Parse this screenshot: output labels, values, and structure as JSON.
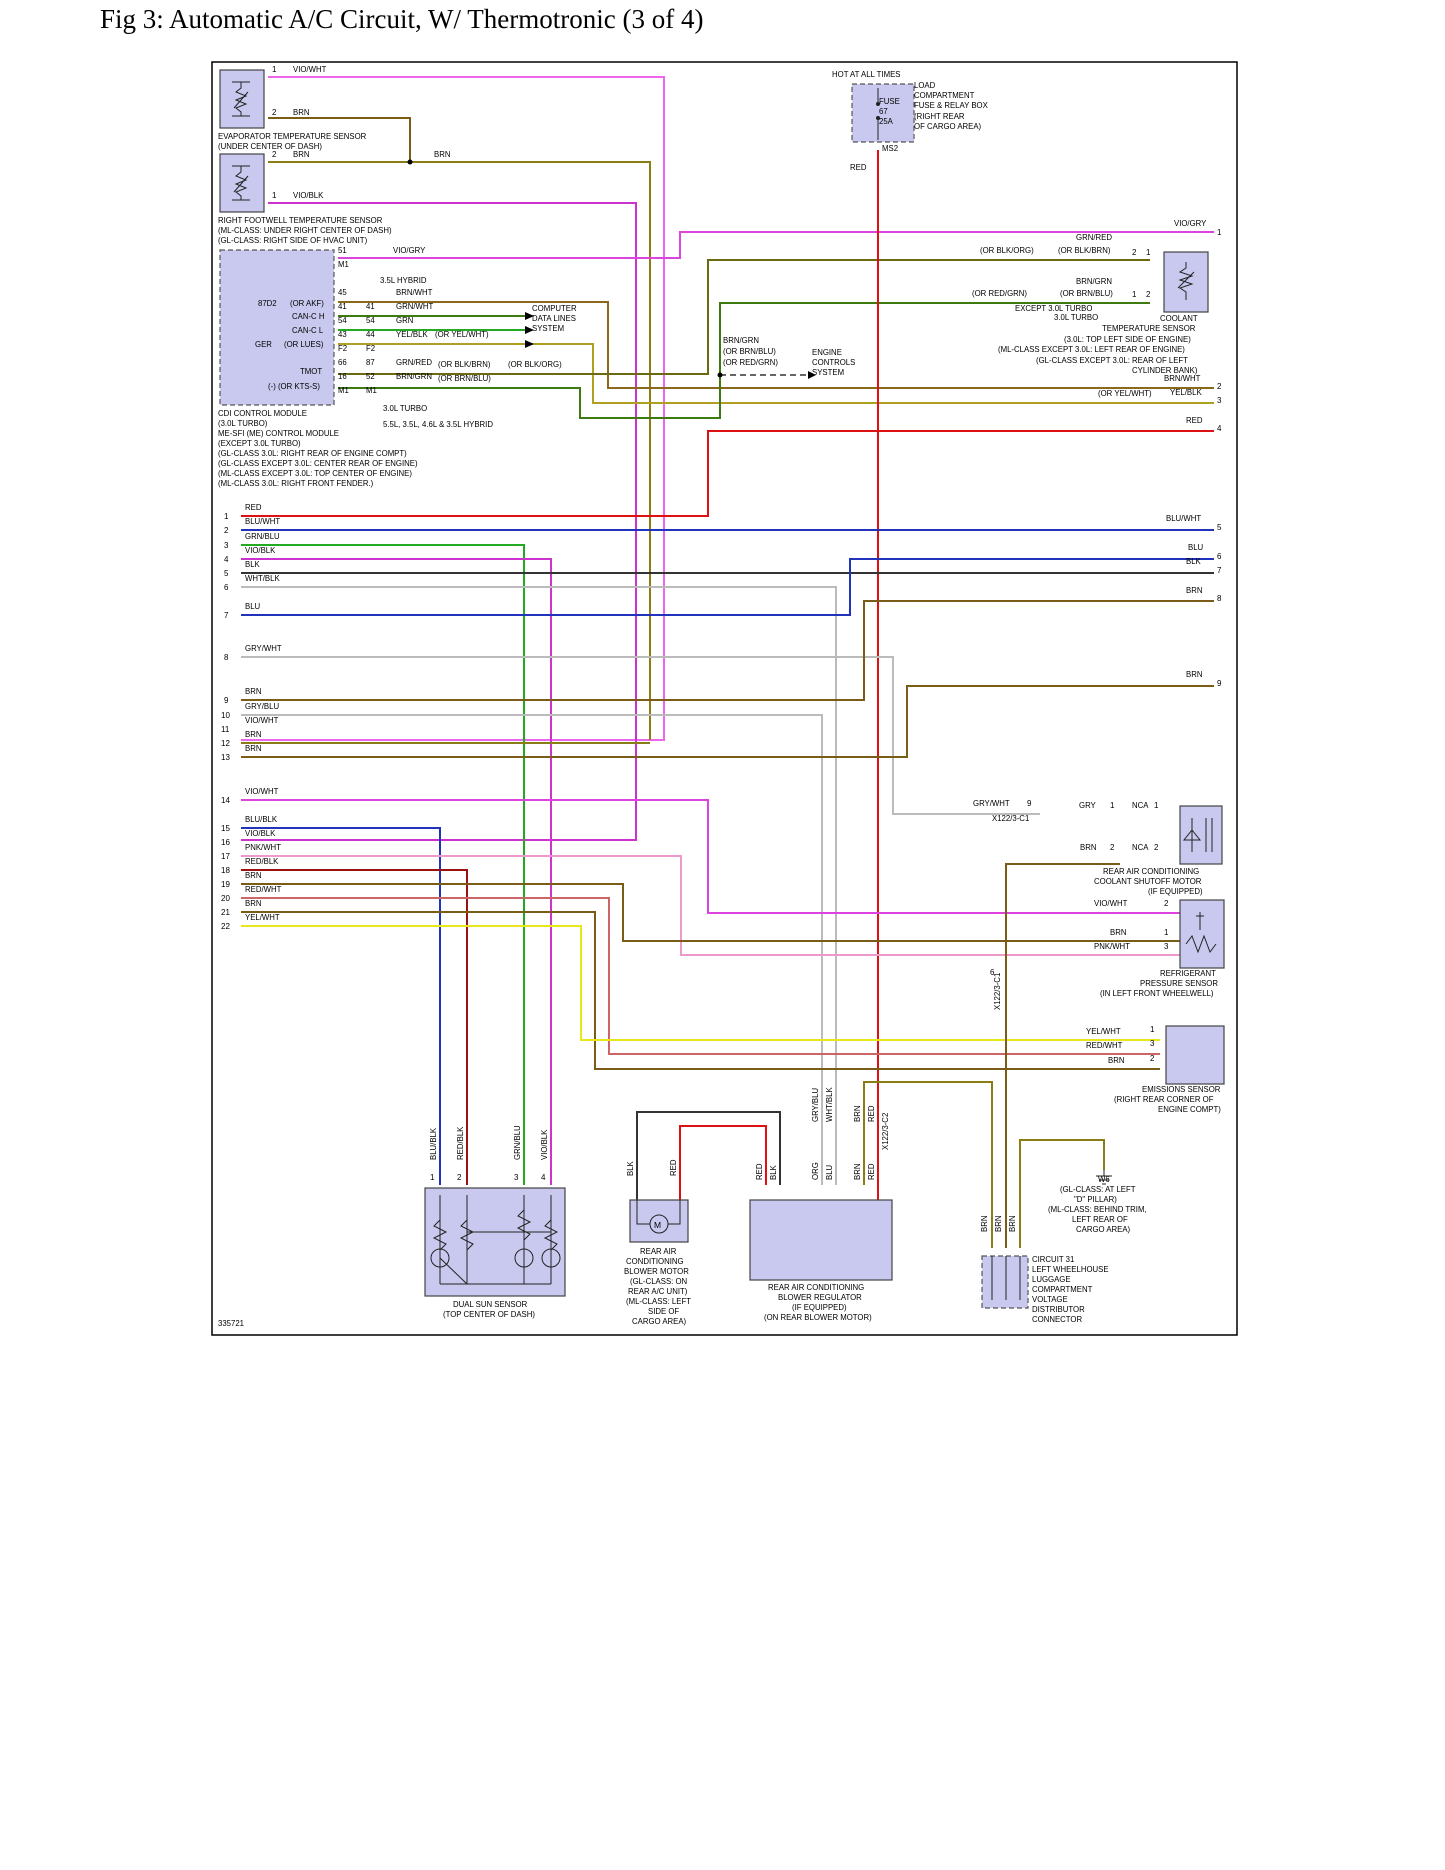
{
  "title": "Fig 3: Automatic A/C Circuit, W/ Thermotronic (3 of 4)",
  "figure_id": "335721",
  "colors": {
    "violet": "#cc33cc",
    "pink": "#ee66ee",
    "brown": "#7a5c16",
    "olive": "#8a7d16",
    "red": "#dd1111",
    "blue": "#2233bb",
    "green": "#22aa22",
    "darkgreen": "#3d7a10",
    "gray": "#999999",
    "yellow": "#e7e71a",
    "component": "#c9c9ef"
  },
  "components": {
    "evap_sensor": [
      "EVAPORATOR TEMPERATURE SENSOR",
      "(UNDER CENTER OF DASH)"
    ],
    "footwell_sensor": [
      "RIGHT FOOTWELL TEMPERATURE SENSOR",
      "(ML-CLASS: UNDER RIGHT CENTER OF DASH)",
      "(GL-CLASS: RIGHT SIDE OF HVAC UNIT)"
    ],
    "cdi_module": [
      "CDI CONTROL MODULE",
      "(3.0L TURBO)",
      "ME-SFI (ME) CONTROL MODULE",
      "(EXCEPT 3.0L TURBO)",
      "(GL-CLASS 3.0L: RIGHT REAR OF ENGINE COMPT)",
      "(GL-CLASS EXCEPT 3.0L: CENTER REAR OF ENGINE)",
      "(ML-CLASS EXCEPT 3.0L: TOP CENTER OF ENGINE)",
      "(ML-CLASS 3.0L: RIGHT FRONT FENDER.)"
    ],
    "fuse_box": [
      "LOAD",
      "COMPARTMENT",
      "FUSE & RELAY BOX",
      "(RIGHT REAR",
      "OF CARGO AREA)"
    ],
    "coolant_sensor": [
      "COOLANT",
      "TEMPERATURE SENSOR",
      "(3.0L: TOP LEFT SIDE OF ENGINE)",
      "(ML-CLASS EXCEPT 3.0L: LEFT REAR OF ENGINE)",
      "(GL-CLASS EXCEPT 3.0L: REAR OF LEFT",
      "CYLINDER BANK)"
    ],
    "shutoff_motor": [
      "REAR AIR CONDITIONING",
      "COOLANT SHUTOFF MOTOR",
      "(IF EQUIPPED)"
    ],
    "refrig_sensor": [
      "REFRIGERANT",
      "PRESSURE SENSOR",
      "(IN LEFT FRONT WHEELWELL)"
    ],
    "emissions_sensor": [
      "EMISSIONS SENSOR",
      "(RIGHT REAR CORNER OF",
      "ENGINE COMPT)"
    ],
    "sun_sensor": [
      "DUAL SUN SENSOR",
      "(TOP CENTER OF DASH)"
    ],
    "blower_motor": [
      "REAR AIR",
      "CONDITIONING",
      "BLOWER MOTOR",
      "(GL-CLASS: ON",
      "REAR A/C UNIT)",
      "(ML-CLASS: LEFT",
      "SIDE OF",
      "CARGO AREA)"
    ],
    "blower_reg": [
      "REAR AIR CONDITIONING",
      "BLOWER REGULATOR",
      "(IF EQUIPPED)",
      "(ON REAR BLOWER MOTOR)"
    ],
    "circuit31": [
      "CIRCUIT 31",
      "LEFT WHEELHOUSE",
      "LUGGAGE",
      "COMPARTMENT",
      "VOLTAGE",
      "DISTRIBUTOR",
      "CONNECTOR"
    ],
    "w6": [
      "W6",
      "(GL-CLASS: AT LEFT",
      "\"D\" PILLAR)",
      "(ML-CLASS: BEHIND TRIM,",
      "LEFT REAR OF",
      "CARGO AREA)"
    ],
    "computer_data": [
      "COMPUTER",
      "DATA LINES",
      "SYSTEM"
    ],
    "engine_controls": [
      "ENGINE",
      "CONTROLS",
      "SYSTEM"
    ]
  },
  "labels": {
    "hot": "HOT AT ALL TIMES",
    "fuse": [
      "FUSE",
      "67",
      "25A"
    ],
    "ms2": "MS2",
    "module_id": "87D2",
    "x122_3_c1": "X122/3-C1",
    "x122_3_c2": "X122/3-C2",
    "nca": "NCA",
    "hybrid35": "3.5L HYBRID",
    "turbo30": "3.0L TURBO",
    "hybrid_list": "5.5L, 3.5L, 4.6L & 3.5L HYBRID",
    "except_turbo": [
      "EXCEPT 3.0L TURBO",
      "3.0L TURBO"
    ]
  },
  "left_connector": [
    {
      "pin": "1",
      "color": "RED"
    },
    {
      "pin": "2",
      "color": "BLU/WHT"
    },
    {
      "pin": "3",
      "color": "GRN/BLU"
    },
    {
      "pin": "4",
      "color": "VIO/BLK"
    },
    {
      "pin": "5",
      "color": "BLK"
    },
    {
      "pin": "6",
      "color": "WHT/BLK"
    },
    {
      "pin": "7",
      "color": "BLU"
    },
    {
      "pin": "8",
      "color": "GRY/WHT"
    },
    {
      "pin": "9",
      "color": "BRN"
    },
    {
      "pin": "10",
      "color": "GRY/BLU"
    },
    {
      "pin": "11",
      "color": "VIO/WHT"
    },
    {
      "pin": "12",
      "color": "BRN"
    },
    {
      "pin": "13",
      "color": "BRN"
    },
    {
      "pin": "14",
      "color": "VIO/WHT"
    },
    {
      "pin": "15",
      "color": "BLU/BLK"
    },
    {
      "pin": "16",
      "color": "VIO/BLK"
    },
    {
      "pin": "17",
      "color": "PNK/WHT"
    },
    {
      "pin": "18",
      "color": "RED/BLK"
    },
    {
      "pin": "19",
      "color": "BRN"
    },
    {
      "pin": "20",
      "color": "RED/WHT"
    },
    {
      "pin": "21",
      "color": "BRN"
    },
    {
      "pin": "22",
      "color": "YEL/WHT"
    }
  ],
  "right_connector": [
    {
      "pin": "1",
      "color": "VIO/GRY"
    },
    {
      "pin": "2",
      "color": "BRN/WHT"
    },
    {
      "pin": "3",
      "color": "YEL/BLK"
    },
    {
      "pin": "4",
      "color": "RED"
    },
    {
      "pin": "5",
      "color": "BLU/WHT"
    },
    {
      "pin": "6",
      "color": "BLU"
    },
    {
      "pin": "7",
      "color": "BLK"
    },
    {
      "pin": "8",
      "color": "BRN"
    },
    {
      "pin": "9",
      "color": "BRN"
    }
  ],
  "module_pins": [
    {
      "a": "51",
      "b": "",
      "wire": "VIO/GRY",
      "name": ""
    },
    {
      "a": "M1",
      "b": "",
      "wire": "",
      "name": ""
    },
    {
      "a": "45",
      "b": "",
      "wire": "BRN/WHT",
      "name": ""
    },
    {
      "a": "41",
      "b": "41",
      "wire": "GRN/WHT",
      "name": "CAN-C H"
    },
    {
      "a": "54",
      "b": "54",
      "wire": "GRN",
      "name": "CAN-C L"
    },
    {
      "a": "43",
      "b": "44",
      "wire": "YEL/BLK",
      "name": "GER"
    },
    {
      "a": "F2",
      "b": "F2",
      "wire": "",
      "name": ""
    },
    {
      "a": "66",
      "b": "87",
      "wire": "GRN/RED",
      "name": "TMOT"
    },
    {
      "a": "16",
      "b": "52",
      "wire": "BRN/GRN",
      "name": "(-) (OR KTS-S)"
    },
    {
      "a": "M1",
      "b": "M1",
      "wire": "",
      "name": ""
    }
  ],
  "module_side": {
    "or_akf": "(OR AKF)",
    "or_lues": "(OR LUES)",
    "or_yelwht": "(OR YEL/WHT)",
    "or_blkbrn": "(OR BLK/BRN)",
    "or_blkorg": "(OR BLK/ORG)",
    "or_brnblu": "(OR BRN/BLU)"
  },
  "misc_text": {
    "vio_wht": "VIO/WHT",
    "brn": "BRN",
    "vio_blk": "VIO/BLK",
    "red": "RED",
    "vio_gry": "VIO/GRY",
    "grn_red": "GRN/RED",
    "or_blk_brn": "(OR BLK/BRN)",
    "or_blk_org": "(OR BLK/ORG)",
    "brn_grn": "BRN/GRN",
    "or_brn_blu": "(OR BRN/BLU)",
    "or_red_grn": "(OR RED/GRN)",
    "brn_wht": "BRN/WHT",
    "yel_blk": "YEL/BLK",
    "or_yel_wht": "(OR YEL/WHT)",
    "gry_wht": "GRY/WHT",
    "gry": "GRY",
    "pnk_wht": "PNK/WHT",
    "yel_wht": "YEL/WHT",
    "red_wht": "RED/WHT",
    "blu_blk": "BLU/BLK",
    "red_blk": "RED/BLK",
    "grn_blu": "GRN/BLU",
    "blk": "BLK",
    "gry_blu": "GRY/BLU",
    "wht_blk": "WHT/BLK",
    "org": "ORG",
    "blu": "BLU",
    "brn_t": "BRN"
  }
}
